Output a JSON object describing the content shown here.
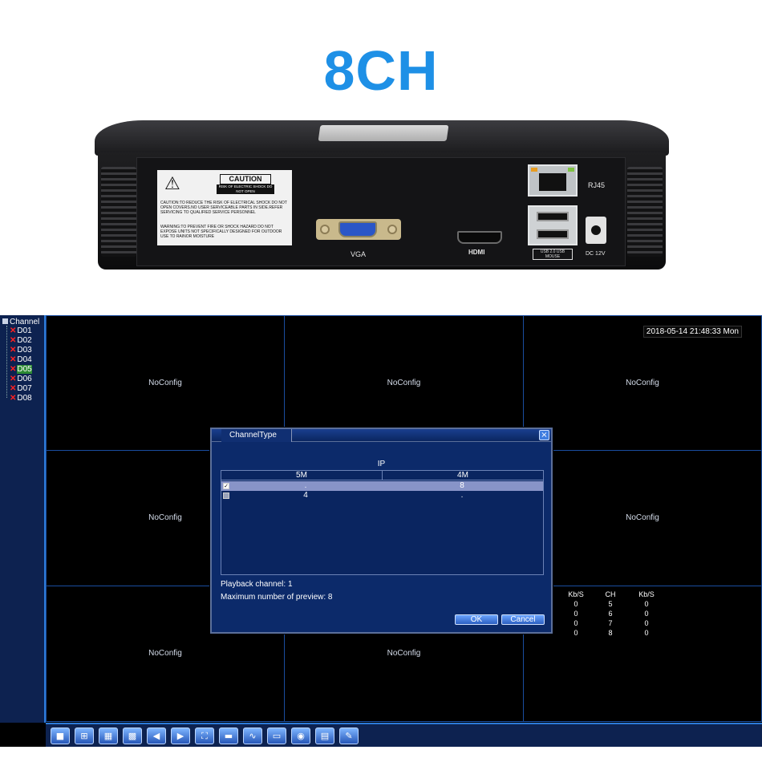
{
  "headline": "8CH",
  "device": {
    "caution_title": "CAUTION",
    "caution_sub": "RISK OF ELECTRIC SHOCK DO NOT OPEN",
    "caution_text": "CAUTION:TO REDUCE THE RISK OF ELECTRICAL SHOCK DO NOT OPEN COVERS.NO USER SERVICEABLE PARTS IN SIDE.REFER SERVICING TO QUALIFIED SERVICE PERSONNEL",
    "warning_text": "WARNING:TO PREVENT FIRE OR SHOCK HAZARD DO NOT EXPOSE UNITS NOT SPECIFICALLY DESIGNED FOR OUTDOOR USE TO RAINOR MOISTURE",
    "vga_label": "VGA",
    "hdmi_label": "HDMI",
    "rj45_label": "RJ45",
    "usb_label": "USB 2.0 USB MOUSE",
    "dc_label": "DC 12V"
  },
  "sidebar": {
    "header": "Channel",
    "channels": [
      "D01",
      "D02",
      "D03",
      "D04",
      "D05",
      "D06",
      "D07",
      "D08"
    ],
    "selected": "D05"
  },
  "grid": {
    "no_config": "NoConfig",
    "clock": "2018-05-14 21:48:33 Mon"
  },
  "stats": {
    "headers": [
      "Kb/S",
      "CH",
      "Kb/S"
    ],
    "rows": [
      [
        "0",
        "5",
        "0"
      ],
      [
        "0",
        "6",
        "0"
      ],
      [
        "0",
        "7",
        "0"
      ],
      [
        "0",
        "8",
        "0"
      ]
    ]
  },
  "dialog": {
    "title": "ChannelType",
    "close": "×",
    "group_label": "IP",
    "col1": "5M",
    "col2": "4M",
    "rows": [
      {
        "checked": true,
        "v1": ".",
        "v2": "8"
      },
      {
        "checked": false,
        "v1": "4",
        "v2": "."
      }
    ],
    "playback": "Playback channel: 1",
    "max_preview": "Maximum number of preview: 8",
    "ok": "OK",
    "cancel": "Cancel"
  },
  "toolbar": {
    "icons": [
      "single-view-icon",
      "quad-view-icon",
      "six-view-icon",
      "nine-view-icon",
      "previous-icon",
      "next-icon",
      "fullscreen-icon",
      "record-icon",
      "playback-icon",
      "network-icon",
      "ptz-icon",
      "setting-icon",
      "logout-icon"
    ]
  },
  "colors": {
    "headline": "#1e90e6",
    "ui_background": "#0d2250",
    "accent": "#2d7bd8",
    "error_x": "#ff2020",
    "selected_channel": "#2c8a33"
  }
}
